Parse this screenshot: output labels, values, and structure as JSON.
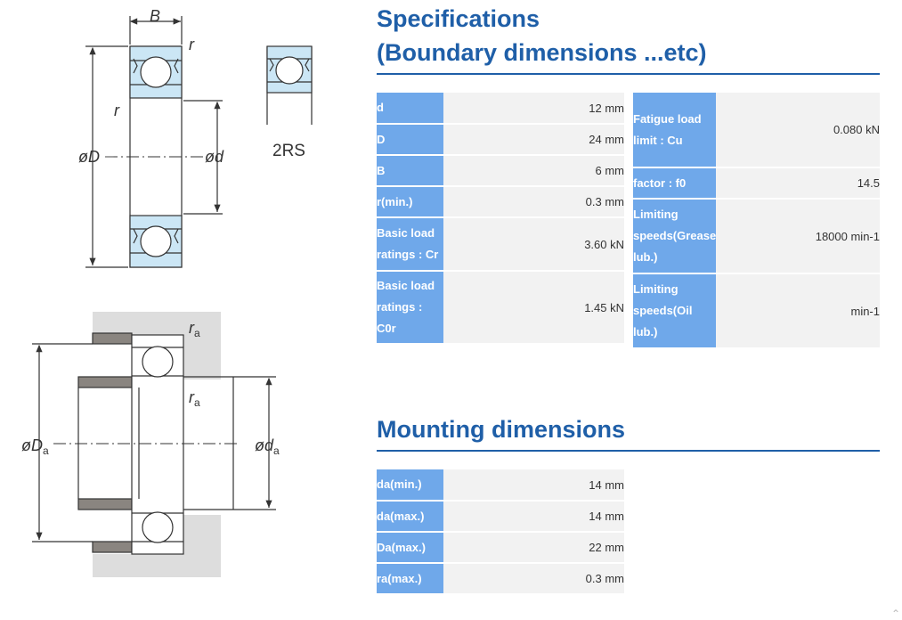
{
  "drawing": {
    "label_B": "B",
    "label_r_top": "r",
    "label_r_left": "r",
    "label_D": "øD",
    "label_d": "ød",
    "label_2rs": "2RS",
    "label_ra_top": "r",
    "label_ra_mid": "r",
    "label_ra_sub": "a",
    "label_Da": "øD",
    "label_da": "ød"
  },
  "specifications": {
    "title_line1": "Specifications",
    "title_line2": "(Boundary dimensions ...etc)",
    "left_rows": [
      {
        "label": "d",
        "value": "12 mm"
      },
      {
        "label": "D",
        "value": "24 mm"
      },
      {
        "label": "B",
        "value": "6 mm"
      },
      {
        "label": "r(min.)",
        "value": "0.3 mm"
      },
      {
        "label": "Basic load ratings : Cr",
        "value": "3.60 kN"
      },
      {
        "label": "Basic load ratings : C0r",
        "value": "1.45 kN"
      }
    ],
    "right_rows": [
      {
        "label": "Fatigue load limit : Cu",
        "value": "0.080 kN"
      },
      {
        "label": "factor : f0",
        "value": "14.5"
      },
      {
        "label": "Limiting speeds(Grease lub.)",
        "value": "18000 min-1"
      },
      {
        "label": "Limiting speeds(Oil lub.)",
        "value": "min-1"
      }
    ]
  },
  "mounting": {
    "title": "Mounting dimensions",
    "rows": [
      {
        "label": "da(min.)",
        "value": "14 mm"
      },
      {
        "label": "da(max.)",
        "value": "14 mm"
      },
      {
        "label": "Da(max.)",
        "value": "22 mm"
      },
      {
        "label": "ra(max.)",
        "value": "0.3 mm"
      }
    ]
  },
  "scroll_top_icon": "chevron-up-icon",
  "colors": {
    "accent": "#1f5fa8",
    "label_bg": "#6fa8ea",
    "value_bg": "#f2f2f2",
    "seal": "#cbe6f5"
  }
}
